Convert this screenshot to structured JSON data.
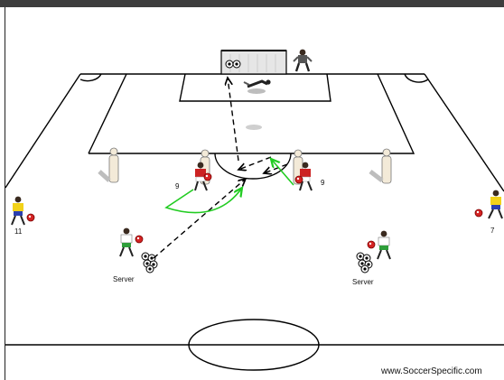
{
  "labels": {
    "player_left_number": "11",
    "player_right_number": "7",
    "attacker_left_number": "9",
    "attacker_right_number": "9",
    "server_left": "Server",
    "server_right": "Server"
  },
  "watermark": "www.SoccerSpecific.com",
  "colors": {
    "pitch_lines": "#000000",
    "pass_arrow": "#000000",
    "run_arrow": "#22cc22",
    "red_kit": "#cc2222",
    "yellow_kit": "#f2d21a",
    "blue_shorts": "#2a3fb0",
    "white_kit": "#ffffff",
    "mannequin": "#f3ead8",
    "green_shorts": "#2e9e3a"
  },
  "icons": [
    "goal-icon",
    "goalkeeper-icon",
    "mannequin-icon",
    "ball-icon",
    "ball-pile-icon",
    "player-icon",
    "cone-marker-icon"
  ]
}
